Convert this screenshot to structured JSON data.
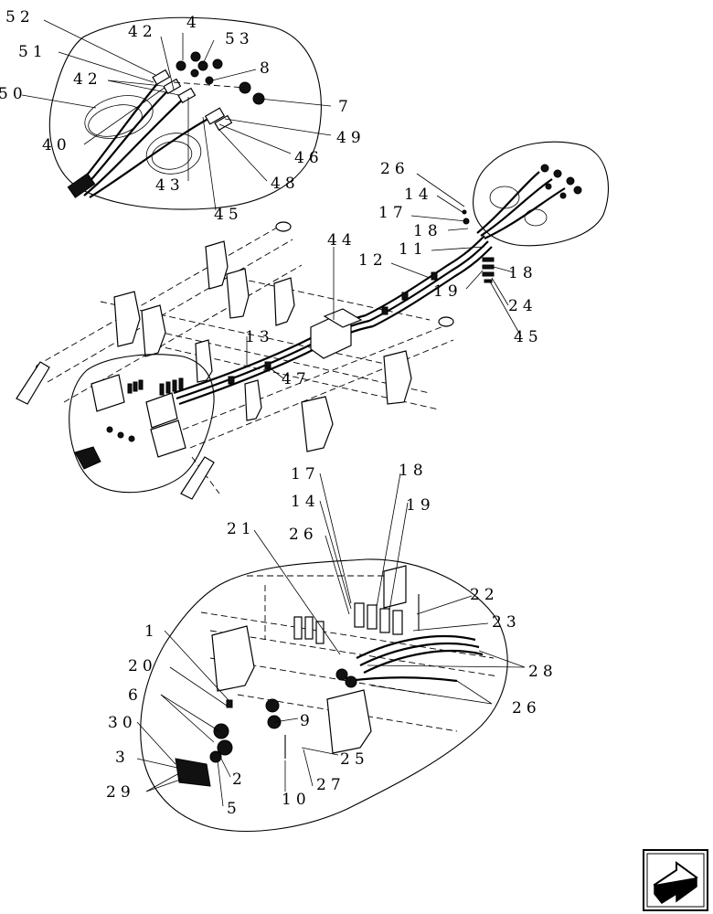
{
  "callouts": {
    "c52": "52",
    "c51": "51",
    "c50": "50",
    "c42a": "42",
    "c42b": "42",
    "c4": "4",
    "c53": "53",
    "c8": "8",
    "c7": "7",
    "c49": "49",
    "c40": "40",
    "c46": "46",
    "c43": "43",
    "c48": "48",
    "c45a": "45",
    "c26a": "26",
    "c14a": "14",
    "c17a": "17",
    "c18a": "18",
    "c11": "11",
    "c12": "12",
    "c18b": "18",
    "c19a": "19",
    "c24": "24",
    "c45b": "45",
    "c44": "44",
    "c13": "13",
    "c47": "47",
    "c17b": "17",
    "c18c": "18",
    "c14b": "14",
    "c19b": "19",
    "c21": "21",
    "c26b": "26",
    "c22": "22",
    "c23": "23",
    "c1": "1",
    "c28": "28",
    "c20": "20",
    "c6": "6",
    "c26c": "26",
    "c9": "9",
    "c30": "30",
    "c3": "3",
    "c25": "25",
    "c2": "2",
    "c27": "27",
    "c29": "29",
    "c10": "10",
    "c5": "5"
  },
  "nav": {
    "icon": "next-page-arrow-icon"
  }
}
